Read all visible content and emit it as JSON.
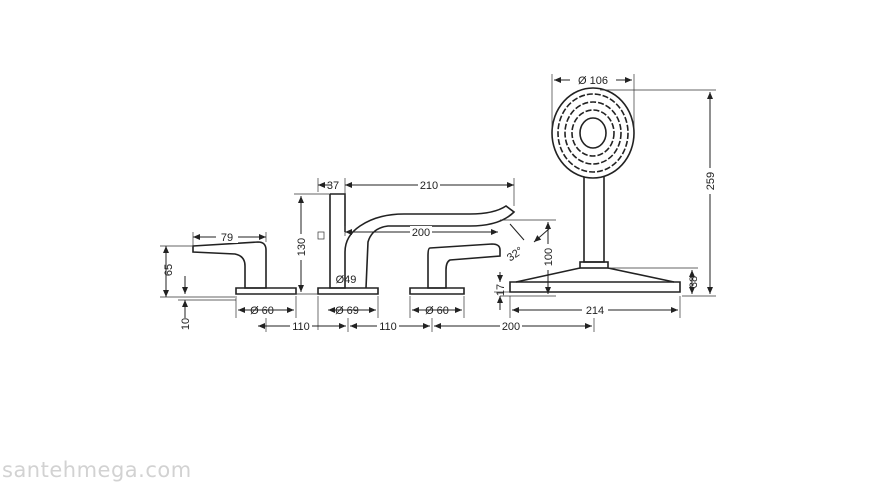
{
  "dimensions": {
    "d106": "Ø 106",
    "h259": "259",
    "w37": "37",
    "w210": "210",
    "w200_spout": "200",
    "a32": "32°",
    "h100": "100",
    "w79": "79",
    "h65": "65",
    "h130": "130",
    "d49": "Ø49",
    "d60_left": "Ø 60",
    "d69": "Ø 69",
    "d60_right": "Ø 60",
    "h17": "17",
    "h38": "38",
    "w214": "214",
    "h10": "10",
    "s110_a": "110",
    "s110_b": "110",
    "s200": "200"
  },
  "watermark": "santehmega.com"
}
